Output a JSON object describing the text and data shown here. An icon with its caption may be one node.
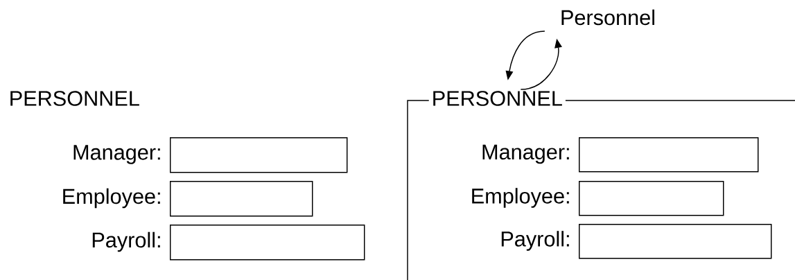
{
  "diagram": {
    "nodes": [
      {
        "text": [
          "Personnel"
        ]
      },
      {
        "text": [],
        "shape": "box",
        "beside": [
          "Manager:"
        ]
      },
      {
        "text": [],
        "shape": "box",
        "beside": [
          "Employee:"
        ]
      },
      {
        "text": [],
        "shape": "box",
        "beside": [
          "Payroll:"
        ]
      },
      {
        "text": [
          "PERSONNEL"
        ]
      },
      {
        "text": [],
        "shape": "box",
        "beside": [
          "Manager:"
        ],
        "in": 4
      },
      {
        "text": [],
        "shape": "box",
        "beside": [
          "Employee:"
        ],
        "in": 4
      },
      {
        "text": [],
        "shape": "box",
        "beside": [
          "Payroll:"
        ],
        "in": 4
      }
    ],
    "edges": [
      {
        "from": 0,
        "to": 4,
        "arrow": "to"
      },
      {
        "from": 4,
        "to": 0,
        "arrow": "to"
      }
    ],
    "labels": [
      "PERSONNEL"
    ]
  }
}
